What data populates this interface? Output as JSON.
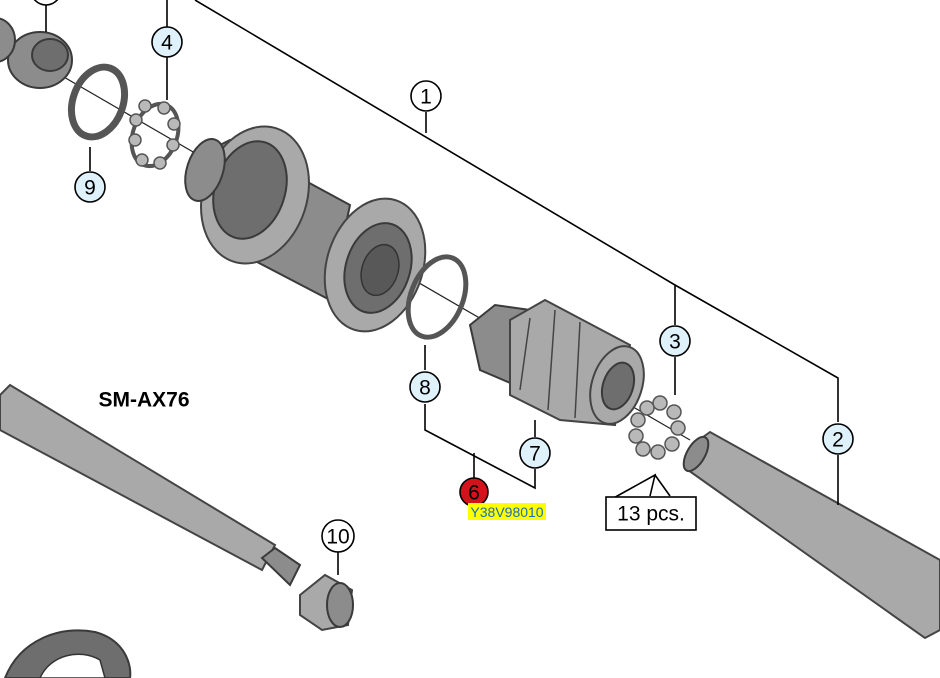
{
  "model_label": "SM-AX76",
  "part_code": "Y38V98010",
  "quantity_note": "13 pcs.",
  "callouts": [
    {
      "id": "callout-1",
      "number": "1"
    },
    {
      "id": "callout-2",
      "number": "2"
    },
    {
      "id": "callout-3",
      "number": "3"
    },
    {
      "id": "callout-4",
      "number": "4"
    },
    {
      "id": "callout-6",
      "number": "6"
    },
    {
      "id": "callout-7",
      "number": "7"
    },
    {
      "id": "callout-8",
      "number": "8"
    },
    {
      "id": "callout-9",
      "number": "9"
    },
    {
      "id": "callout-10",
      "number": "10"
    }
  ],
  "colors": {
    "callout_blue_fill": "#dff2fb",
    "callout_white_fill": "#ffffff",
    "callout_red_fill": "#d4121b",
    "highlight_yellow": "#ffff00"
  }
}
